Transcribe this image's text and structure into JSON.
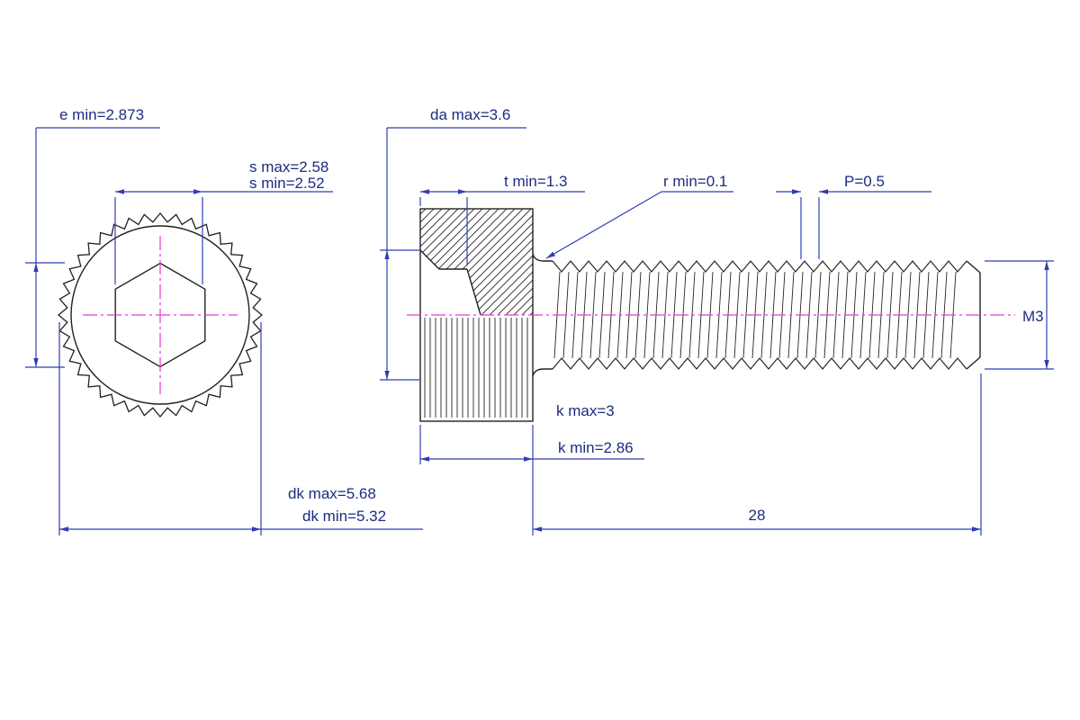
{
  "labels": {
    "e_min": "e min=2.873",
    "s_max": "s max=2.58",
    "s_min": "s min=2.52",
    "dk_max": "dk max=5.68",
    "dk_min": "dk min=5.32",
    "da_max": "da max=3.6",
    "t_min": "t min=1.3",
    "r_min": "r min=0.1",
    "pitch": "P=0.5",
    "thread_size": "M3",
    "k_max": "k max=3",
    "k_min": "k min=2.86",
    "length": "28"
  },
  "colors": {
    "dimension_line": "#2e3eb5",
    "dimension_text": "#1c2c80",
    "drawing_line": "#222222",
    "centerline": "#e83ad8",
    "background": "#ffffff"
  }
}
